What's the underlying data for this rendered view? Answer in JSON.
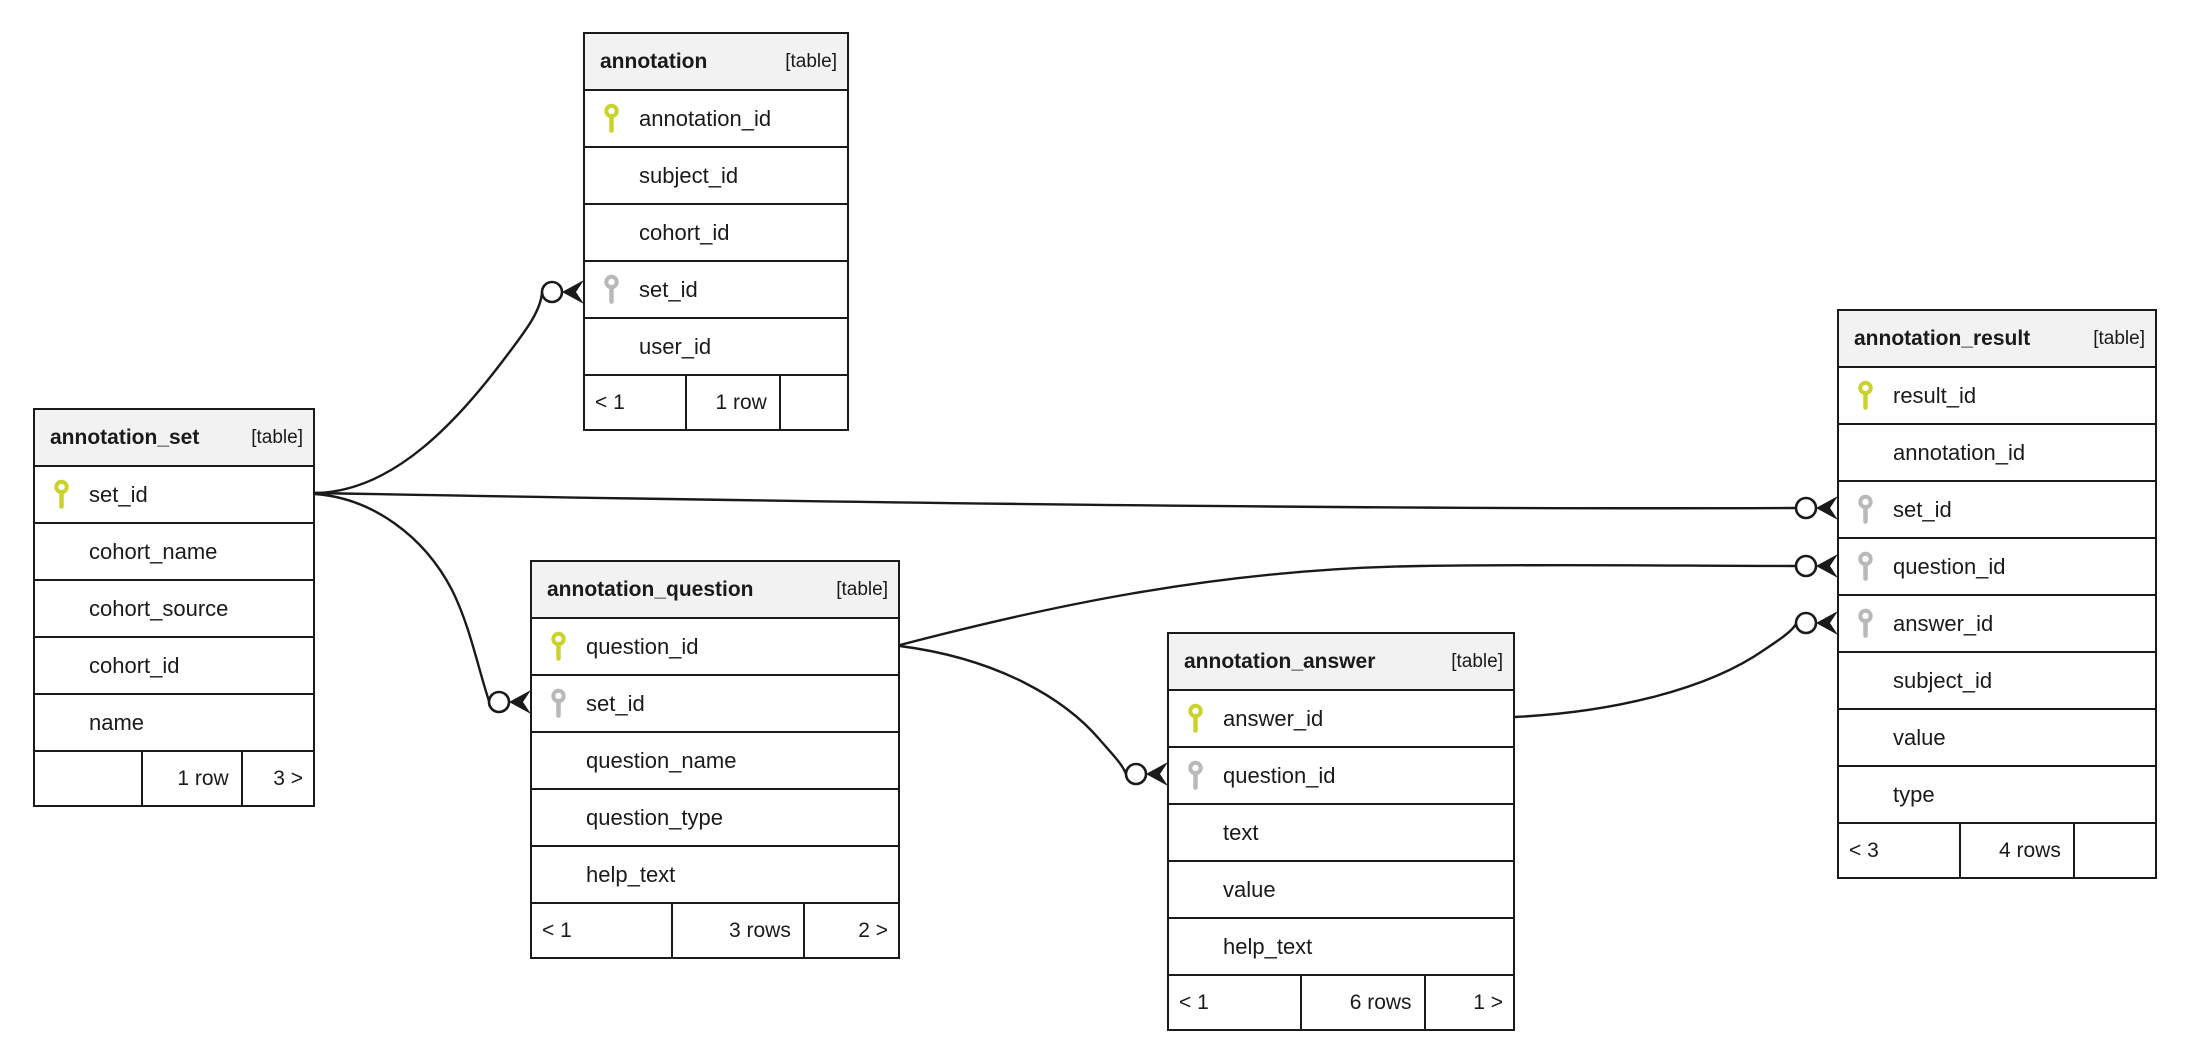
{
  "diagram": {
    "tables": [
      {
        "name": "annotation",
        "tag": "[table]",
        "columns": [
          {
            "name": "annotation_id",
            "key": "primary"
          },
          {
            "name": "subject_id",
            "key": "none"
          },
          {
            "name": "cohort_id",
            "key": "none"
          },
          {
            "name": "set_id",
            "key": "foreign"
          },
          {
            "name": "user_id",
            "key": "none"
          }
        ],
        "footer": {
          "left": "< 1",
          "center": "1 row",
          "right": ""
        }
      },
      {
        "name": "annotation_set",
        "tag": "[table]",
        "columns": [
          {
            "name": "set_id",
            "key": "primary"
          },
          {
            "name": "cohort_name",
            "key": "none"
          },
          {
            "name": "cohort_source",
            "key": "none"
          },
          {
            "name": "cohort_id",
            "key": "none"
          },
          {
            "name": "name",
            "key": "none"
          }
        ],
        "footer": {
          "left": "",
          "center": "1 row",
          "right": "3 >"
        }
      },
      {
        "name": "annotation_question",
        "tag": "[table]",
        "columns": [
          {
            "name": "question_id",
            "key": "primary"
          },
          {
            "name": "set_id",
            "key": "foreign"
          },
          {
            "name": "question_name",
            "key": "none"
          },
          {
            "name": "question_type",
            "key": "none"
          },
          {
            "name": "help_text",
            "key": "none"
          }
        ],
        "footer": {
          "left": "< 1",
          "center": "3 rows",
          "right": "2 >"
        }
      },
      {
        "name": "annotation_answer",
        "tag": "[table]",
        "columns": [
          {
            "name": "answer_id",
            "key": "primary"
          },
          {
            "name": "question_id",
            "key": "foreign"
          },
          {
            "name": "text",
            "key": "none"
          },
          {
            "name": "value",
            "key": "none"
          },
          {
            "name": "help_text",
            "key": "none"
          }
        ],
        "footer": {
          "left": "< 1",
          "center": "6 rows",
          "right": "1 >"
        }
      },
      {
        "name": "annotation_result",
        "tag": "[table]",
        "columns": [
          {
            "name": "result_id",
            "key": "primary"
          },
          {
            "name": "annotation_id",
            "key": "none"
          },
          {
            "name": "set_id",
            "key": "foreign"
          },
          {
            "name": "question_id",
            "key": "foreign"
          },
          {
            "name": "answer_id",
            "key": "foreign"
          },
          {
            "name": "subject_id",
            "key": "none"
          },
          {
            "name": "value",
            "key": "none"
          },
          {
            "name": "type",
            "key": "none"
          }
        ],
        "footer": {
          "left": "< 3",
          "center": "4 rows",
          "right": ""
        }
      }
    ],
    "relationships": [
      {
        "from": "annotation_set.set_id",
        "to": "annotation.set_id",
        "cardinality": "zero-or-many"
      },
      {
        "from": "annotation_set.set_id",
        "to": "annotation_question.set_id",
        "cardinality": "zero-or-many"
      },
      {
        "from": "annotation_set.set_id",
        "to": "annotation_result.set_id",
        "cardinality": "zero-or-many"
      },
      {
        "from": "annotation_question.question_id",
        "to": "annotation_answer.question_id",
        "cardinality": "zero-or-many"
      },
      {
        "from": "annotation_question.question_id",
        "to": "annotation_result.question_id",
        "cardinality": "zero-or-many"
      },
      {
        "from": "annotation_answer.answer_id",
        "to": "annotation_result.answer_id",
        "cardinality": "zero-or-many"
      }
    ],
    "colors": {
      "header_bg": "#f2f2f2",
      "border": "#1a1a1a",
      "primary_key": "#c9d32c",
      "foreign_key": "#b9b9b9",
      "row_bg": "#ffffff"
    }
  }
}
